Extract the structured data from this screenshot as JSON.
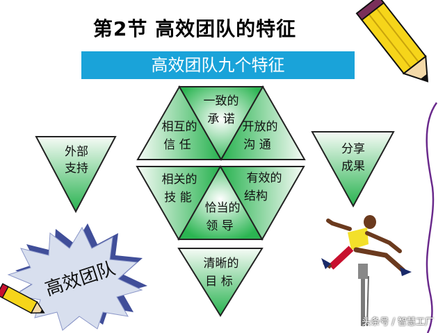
{
  "title": "第2节  高效团队的特征",
  "banner": "高效团队九个特征",
  "features": {
    "external": [
      "外部",
      "支持"
    ],
    "share": [
      "分享",
      "成果"
    ],
    "trust": [
      "相互的",
      "信  任"
    ],
    "commit": [
      "一致的",
      "承  诺"
    ],
    "open": [
      "开放的",
      "沟  通"
    ],
    "skills": [
      "相关的",
      "技  能"
    ],
    "structure": [
      "有效的",
      "结构"
    ],
    "leader": [
      "恰当的",
      "领  导"
    ],
    "goal": [
      "清晰的",
      "目  标"
    ]
  },
  "burst_text": "高效团队",
  "watermark": "头条号 / 智慧工厂",
  "colors": {
    "banner": "#1aa3d9",
    "green": "#22b14c",
    "light": "#f4fbf4",
    "stroke": "#222222"
  }
}
